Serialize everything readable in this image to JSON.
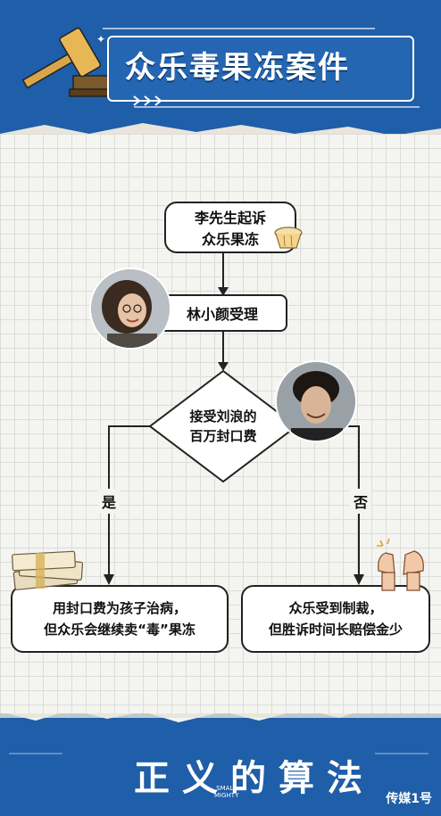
{
  "title": "众乐毒果冻案件",
  "nodes": {
    "start_line1": "李先生起诉",
    "start_line2": "众乐果冻",
    "accept": "林小颜受理",
    "decision_line1": "接受刘浪的",
    "decision_line2": "百万封口费",
    "yes_line1": "用封口费为孩子治病，",
    "yes_line2": "但众乐会继续卖“毒”果冻",
    "no_line1": "众乐受到制裁，",
    "no_line2": "但胜诉时间长赔偿金少"
  },
  "branches": {
    "yes": "是",
    "no": "否"
  },
  "brand": {
    "name": "正义的算法",
    "small_line1": "SMALL",
    "small_line2": "MIGHTY"
  },
  "watermark": "传媒1号",
  "colors": {
    "primary_blue": "#1f5ea8",
    "paper": "#f4f4f1",
    "ink": "#111111"
  },
  "icons": {
    "title": "gavel-icon",
    "start": "jelly-cup-icon",
    "accept": "woman-portrait",
    "decision": "man-portrait",
    "yes": "money-stack-icon",
    "no": "fists-icon"
  }
}
